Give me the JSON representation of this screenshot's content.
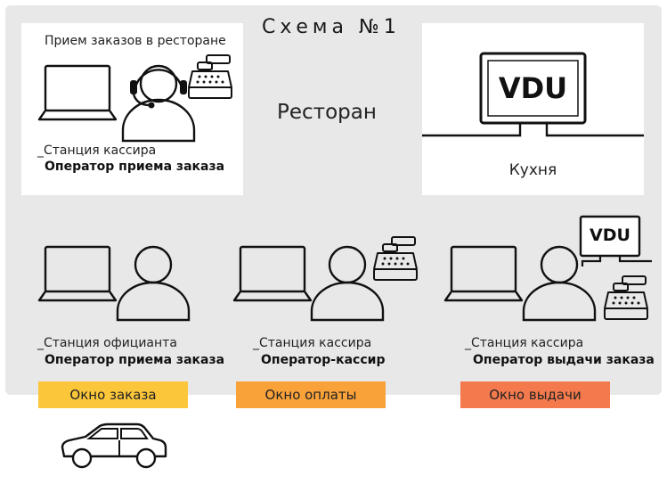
{
  "title": "Схема №1",
  "order_card": {
    "header": "Прием заказов в ресторане",
    "station": "_Станция кассира",
    "operator": "Оператор приема заказа"
  },
  "restaurant_label": "Ресторан",
  "kitchen": {
    "vdu": "VDU",
    "label": "Кухня"
  },
  "stations": [
    {
      "station": "_Станция официанта",
      "operator": "Оператор приема заказа"
    },
    {
      "station": "_Станция кассира",
      "operator": "Оператор-кассир"
    },
    {
      "station": "_Станция кассира",
      "operator": "Оператор выдачи заказа",
      "vdu": "VDU"
    }
  ],
  "windows": [
    {
      "label": "Окно заказа",
      "color": "#fcc63a"
    },
    {
      "label": "Окно оплаты",
      "color": "#f9a23a"
    },
    {
      "label": "Окно выдачи",
      "color": "#f47a4d"
    }
  ],
  "icons": [
    "laptop-icon",
    "operator-headset-icon",
    "person-icon",
    "cash-register-icon",
    "monitor-icon",
    "car-icon"
  ]
}
